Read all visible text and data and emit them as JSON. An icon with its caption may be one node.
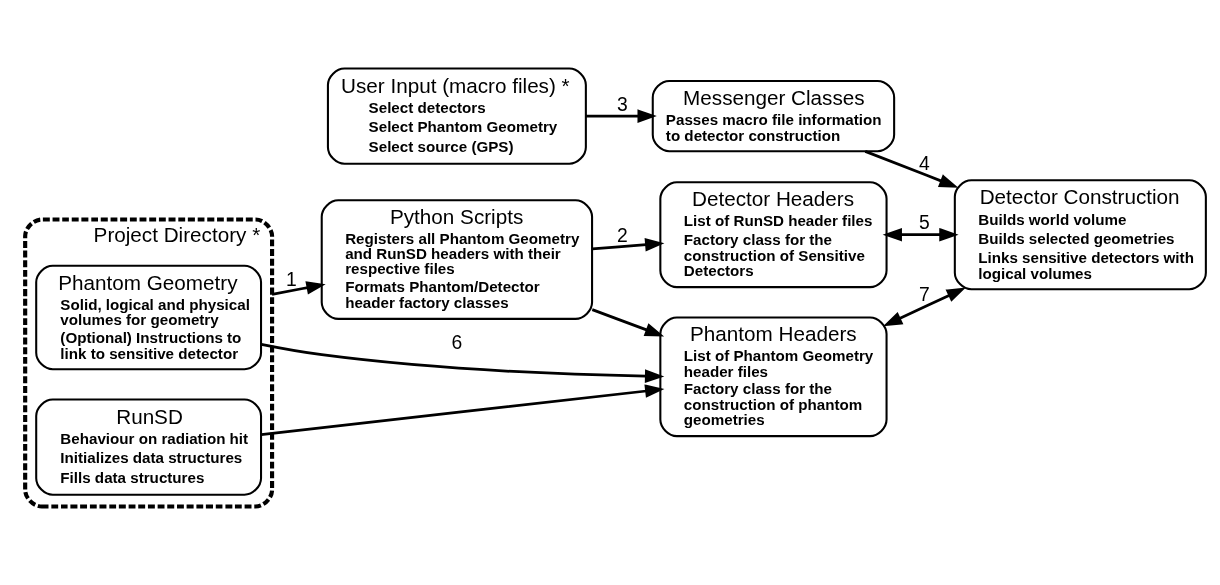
{
  "diagram": {
    "nodes": [
      {
        "text": [
          "User Input (macro files) *",
          "Select detectors",
          "Select Phantom Geometry",
          "Select source (GPS)"
        ]
      },
      {
        "text": [
          "Messenger Classes",
          "Passes macro file information to detector construction"
        ]
      },
      {
        "text": [
          "Detector Construction",
          "Builds world volume",
          "Builds selected geometries",
          "Links sensitive detectors with logical volumes"
        ]
      },
      {
        "text": [
          "Project Directory *"
        ]
      },
      {
        "text": [
          "Phantom Geometry",
          "Solid, logical and physical volumes for geometry",
          "(Optional) Instructions to link to sensitive detector"
        ],
        "in": 3
      },
      {
        "text": [
          "RunSD",
          "Behaviour on radiation hit",
          "Initializes data structures",
          "Fills data structures"
        ],
        "in": 3
      },
      {
        "text": [
          "Phantom Headers",
          "List of Phantom Geometry header files",
          "Factory class for the construction of phantom geometries"
        ]
      },
      {
        "text": [
          "Detector Headers",
          "List of RunSD header files",
          "Factory class for the construction of Sensitive Detectors"
        ]
      },
      {
        "text": [
          "Python Scripts",
          "Registers all Phantom Geometry and RunSD headers with their respective files",
          "Formats Phantom/Detector header factory classes"
        ]
      }
    ],
    "edges": [
      {
        "from": 0,
        "to": 1,
        "arrow": "to",
        "label": "3"
      },
      {
        "from": 1,
        "to": 2,
        "arrow": "to",
        "label": "4"
      },
      {
        "from": 6,
        "to": 2,
        "arrow": "both",
        "label": "7"
      },
      {
        "from": 7,
        "to": 2,
        "arrow": "both",
        "label": "5"
      },
      {
        "from": 4,
        "to": 6,
        "arrow": "to",
        "label": "6"
      },
      {
        "from": 5,
        "to": 6,
        "arrow": "to"
      },
      {
        "from": 8,
        "to": 6,
        "arrow": "to"
      },
      {
        "from": 8,
        "to": 7,
        "arrow": "to",
        "label": "2"
      },
      {
        "from": 3,
        "to": 8,
        "arrow": "to",
        "label": "1"
      }
    ]
  }
}
